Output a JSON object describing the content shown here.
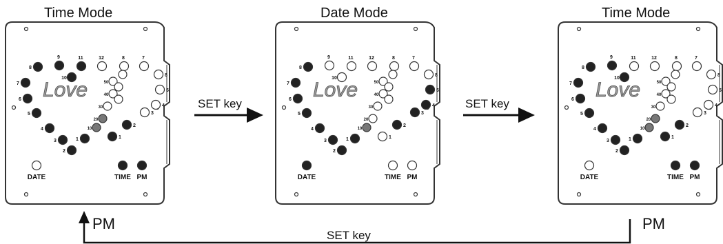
{
  "panels": [
    {
      "title": "Time Mode",
      "date_label": "DATE",
      "time_label": "TIME",
      "pm_label": "PM",
      "script_text": "Love"
    },
    {
      "title": "Date Mode",
      "date_label": "DATE",
      "time_label": "TIME",
      "pm_label": "PM",
      "script_text": "Love"
    },
    {
      "title": "Time Mode",
      "date_label": "DATE",
      "time_label": "TIME",
      "pm_label": "PM",
      "script_text": "Love"
    }
  ],
  "hour_labels": [
    "1",
    "2",
    "3",
    "4",
    "5",
    "6",
    "7",
    "8",
    "9",
    "10",
    "11",
    "12"
  ],
  "minute_labels": [
    "10",
    "20",
    "30",
    "40",
    "50"
  ],
  "transitions": {
    "first": "SET key",
    "second": "SET key",
    "loop": "SET key",
    "pm_left": "PM",
    "pm_right": "PM"
  },
  "colors": {
    "filled": "#222222",
    "grey": "#777777",
    "empty": "#ffffff",
    "stroke": "#333333"
  }
}
